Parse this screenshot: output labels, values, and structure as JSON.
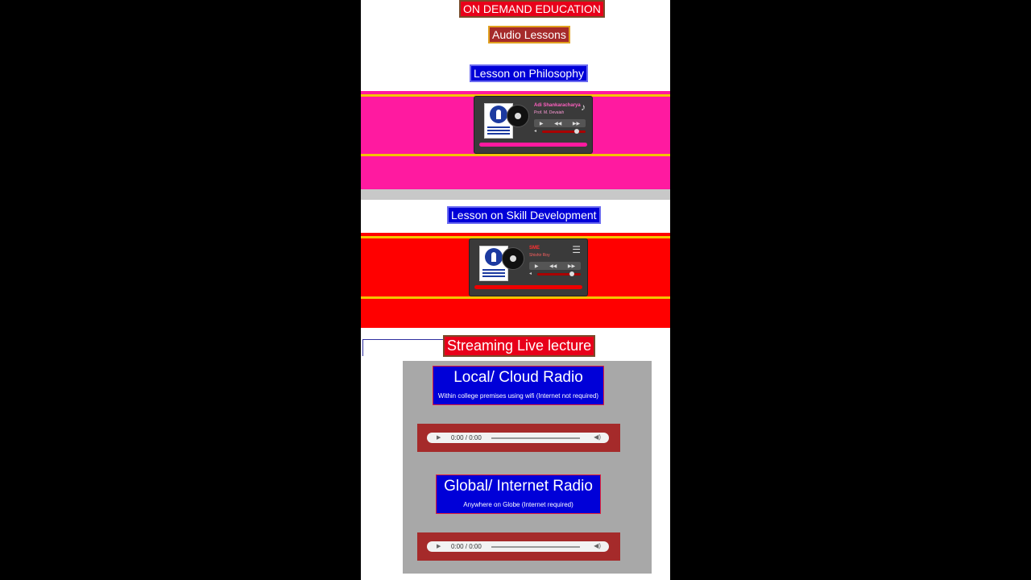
{
  "header": {
    "title": "ON DEMAND EDUCATION",
    "subtitle": "Audio Lessons"
  },
  "lessons": [
    {
      "heading": "Lesson on Philosophy",
      "player_title": "Adi Shankaracharya",
      "player_speaker": "Prof. M. Devaiah",
      "band_color": "#ff1aa0"
    },
    {
      "heading": "Lesson on Skill Development",
      "player_title": "SME",
      "player_speaker": "Shishir Roy",
      "band_color": "#ff0000"
    }
  ],
  "live": {
    "heading": "Streaming Live lecture",
    "radios": [
      {
        "title": "Local/ Cloud Radio",
        "description": "Within college premises using wifi (Internet not required)",
        "time": "0:00 / 0:00"
      },
      {
        "title": "Global/ Internet Radio",
        "description": "Anywhere on Globe (Internet required)",
        "time": "0:00 / 0:00"
      }
    ]
  },
  "icons": {
    "play": "play-icon",
    "prev": "previous-icon",
    "next": "next-icon",
    "playlist": "playlist-icon",
    "volume": "volume-icon"
  }
}
